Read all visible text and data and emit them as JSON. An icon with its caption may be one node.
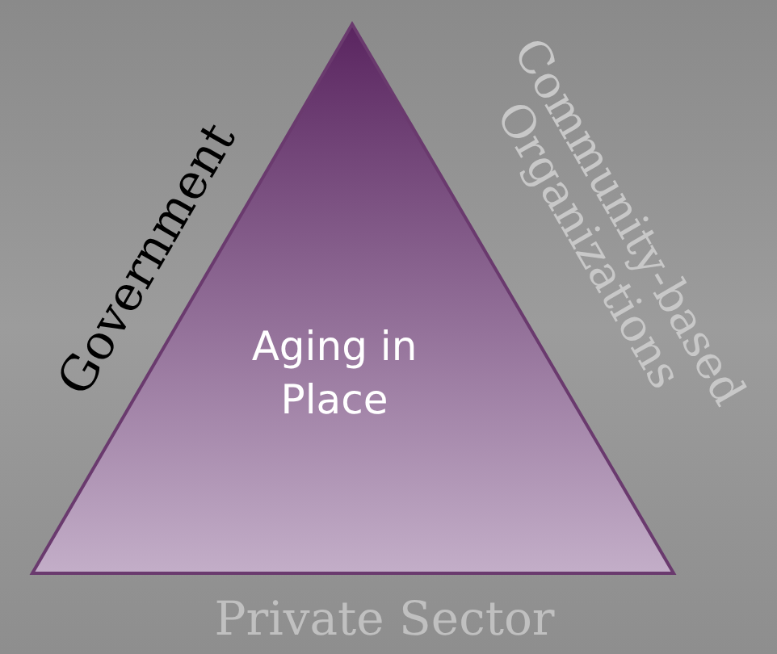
{
  "diagram": {
    "nodes": [
      {
        "text": [
          "Aging in Place"
        ]
      }
    ],
    "labels": [
      "Government",
      "Community-based Organizations",
      "Private Sector"
    ]
  }
}
